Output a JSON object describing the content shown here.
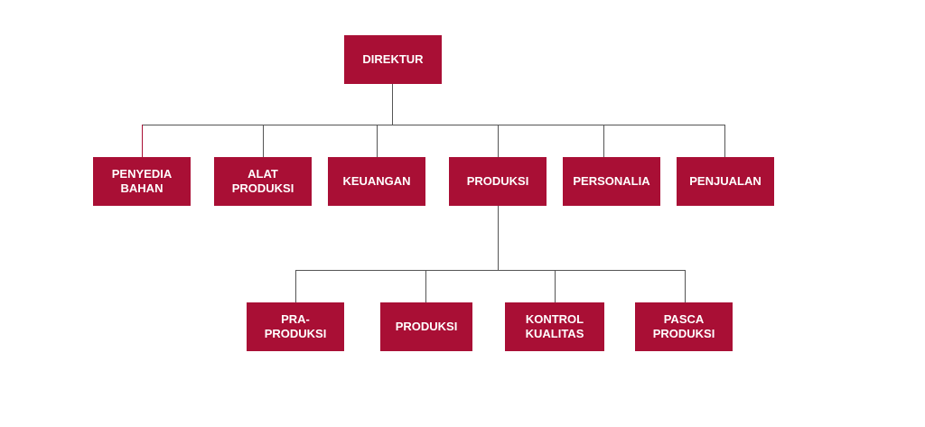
{
  "colors": {
    "box_fill": "#a90f35",
    "box_text": "#ffffff",
    "connector": "#555555"
  },
  "org": {
    "root": {
      "label": "DIREKTUR"
    },
    "level1": [
      {
        "label": "PENYEDIA\nBAHAN"
      },
      {
        "label": "ALAT\nPRODUKSI"
      },
      {
        "label": "KEUANGAN"
      },
      {
        "label": "PRODUKSI"
      },
      {
        "label": "PERSONALIA"
      },
      {
        "label": "PENJUALAN"
      }
    ],
    "level2_parent": "PRODUKSI",
    "level2": [
      {
        "label": "PRA-PRODUKSI"
      },
      {
        "label": "PRODUKSI"
      },
      {
        "label": "KONTROL\nKUALITAS"
      },
      {
        "label": "PASCA\nPRODUKSI"
      }
    ]
  }
}
